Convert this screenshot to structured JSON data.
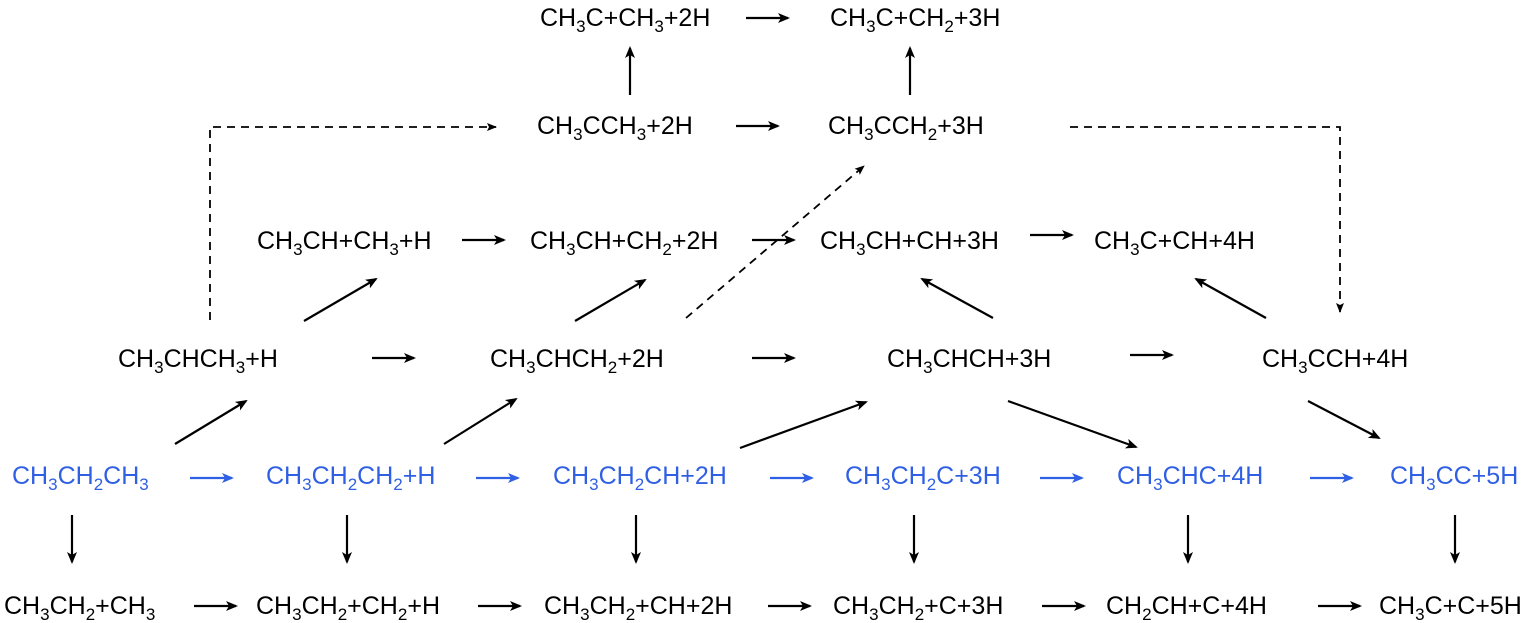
{
  "colors": {
    "main_path": "#2f5fe3",
    "side_path": "#000000"
  },
  "species": [
    {
      "id": "c1_top_left",
      "parts": [
        [
          "CH",
          "n"
        ],
        [
          "3",
          "sub"
        ],
        [
          "C+CH",
          "n"
        ],
        [
          "3",
          "sub"
        ],
        [
          "+2H",
          "n"
        ]
      ],
      "color": "black"
    },
    {
      "id": "c1_top_right",
      "parts": [
        [
          "CH",
          "n"
        ],
        [
          "3",
          "sub"
        ],
        [
          "C+CH",
          "n"
        ],
        [
          "2",
          "sub"
        ],
        [
          "+3H",
          "n"
        ]
      ],
      "color": "black"
    },
    {
      "id": "ch3cch3",
      "parts": [
        [
          "CH",
          "n"
        ],
        [
          "3",
          "sub"
        ],
        [
          "CCH",
          "n"
        ],
        [
          "3",
          "sub"
        ],
        [
          "+2H",
          "n"
        ]
      ],
      "color": "black"
    },
    {
      "id": "ch3cch2",
      "parts": [
        [
          "CH",
          "n"
        ],
        [
          "3",
          "sub"
        ],
        [
          "CCH",
          "n"
        ],
        [
          "2",
          "sub"
        ],
        [
          "+3H",
          "n"
        ]
      ],
      "color": "black"
    },
    {
      "id": "ch3ch_ch3",
      "parts": [
        [
          "CH",
          "n"
        ],
        [
          "3",
          "sub"
        ],
        [
          "CH+CH",
          "n"
        ],
        [
          "3",
          "sub"
        ],
        [
          "+H",
          "n"
        ]
      ],
      "color": "black"
    },
    {
      "id": "ch3ch_ch2",
      "parts": [
        [
          "CH",
          "n"
        ],
        [
          "3",
          "sub"
        ],
        [
          "CH+CH",
          "n"
        ],
        [
          "2",
          "sub"
        ],
        [
          "+2H",
          "n"
        ]
      ],
      "color": "black"
    },
    {
      "id": "ch3ch_ch",
      "parts": [
        [
          "CH",
          "n"
        ],
        [
          "3",
          "sub"
        ],
        [
          "CH+CH+3H",
          "n"
        ]
      ],
      "color": "black"
    },
    {
      "id": "ch3c_ch",
      "parts": [
        [
          "CH",
          "n"
        ],
        [
          "3",
          "sub"
        ],
        [
          "C+CH+4H",
          "n"
        ]
      ],
      "color": "black"
    },
    {
      "id": "ch3chch3",
      "parts": [
        [
          "CH",
          "n"
        ],
        [
          "3",
          "sub"
        ],
        [
          "CHCH",
          "n"
        ],
        [
          "3",
          "sub"
        ],
        [
          "+H",
          "n"
        ]
      ],
      "color": "black"
    },
    {
      "id": "ch3chch2",
      "parts": [
        [
          "CH",
          "n"
        ],
        [
          "3",
          "sub"
        ],
        [
          "CHCH",
          "n"
        ],
        [
          "2",
          "sub"
        ],
        [
          "+2H",
          "n"
        ]
      ],
      "color": "black"
    },
    {
      "id": "ch3chch",
      "parts": [
        [
          "CH",
          "n"
        ],
        [
          "3",
          "sub"
        ],
        [
          "CHCH+3H",
          "n"
        ]
      ],
      "color": "black"
    },
    {
      "id": "ch3cch",
      "parts": [
        [
          "CH",
          "n"
        ],
        [
          "3",
          "sub"
        ],
        [
          "CCH+4H",
          "n"
        ]
      ],
      "color": "black"
    },
    {
      "id": "propane",
      "parts": [
        [
          "CH",
          "n"
        ],
        [
          "3",
          "sub"
        ],
        [
          "CH",
          "n"
        ],
        [
          "2",
          "sub"
        ],
        [
          "CH",
          "n"
        ],
        [
          "3",
          "sub"
        ]
      ],
      "color": "blue"
    },
    {
      "id": "ch3ch2ch2",
      "parts": [
        [
          "CH",
          "n"
        ],
        [
          "3",
          "sub"
        ],
        [
          "CH",
          "n"
        ],
        [
          "2",
          "sub"
        ],
        [
          "CH",
          "n"
        ],
        [
          "2",
          "sub"
        ],
        [
          "+H",
          "n"
        ]
      ],
      "color": "blue"
    },
    {
      "id": "ch3ch2ch",
      "parts": [
        [
          "CH",
          "n"
        ],
        [
          "3",
          "sub"
        ],
        [
          "CH",
          "n"
        ],
        [
          "2",
          "sub"
        ],
        [
          "CH+2H",
          "n"
        ]
      ],
      "color": "blue"
    },
    {
      "id": "ch3ch2c",
      "parts": [
        [
          "CH",
          "n"
        ],
        [
          "3",
          "sub"
        ],
        [
          "CH",
          "n"
        ],
        [
          "2",
          "sub"
        ],
        [
          "C+3H",
          "n"
        ]
      ],
      "color": "blue"
    },
    {
      "id": "ch3chc",
      "parts": [
        [
          "CH",
          "n"
        ],
        [
          "3",
          "sub"
        ],
        [
          "CHC+4H",
          "n"
        ]
      ],
      "color": "blue"
    },
    {
      "id": "ch3cc",
      "parts": [
        [
          "CH",
          "n"
        ],
        [
          "3",
          "sub"
        ],
        [
          "CC+5H",
          "n"
        ]
      ],
      "color": "blue"
    },
    {
      "id": "ch3ch2_ch3",
      "parts": [
        [
          "CH",
          "n"
        ],
        [
          "3",
          "sub"
        ],
        [
          "CH",
          "n"
        ],
        [
          "2",
          "sub"
        ],
        [
          "+CH",
          "n"
        ],
        [
          "3",
          "sub"
        ]
      ],
      "color": "black"
    },
    {
      "id": "ch3ch2_ch2",
      "parts": [
        [
          "CH",
          "n"
        ],
        [
          "3",
          "sub"
        ],
        [
          "CH",
          "n"
        ],
        [
          "2",
          "sub"
        ],
        [
          "+CH",
          "n"
        ],
        [
          "2",
          "sub"
        ],
        [
          "+H",
          "n"
        ]
      ],
      "color": "black"
    },
    {
      "id": "ch3ch2_ch",
      "parts": [
        [
          "CH",
          "n"
        ],
        [
          "3",
          "sub"
        ],
        [
          "CH",
          "n"
        ],
        [
          "2",
          "sub"
        ],
        [
          "+CH+2H",
          "n"
        ]
      ],
      "color": "black"
    },
    {
      "id": "ch3ch2_c",
      "parts": [
        [
          "CH",
          "n"
        ],
        [
          "3",
          "sub"
        ],
        [
          "CH",
          "n"
        ],
        [
          "2",
          "sub"
        ],
        [
          "+C+3H",
          "n"
        ]
      ],
      "color": "black"
    },
    {
      "id": "ch2ch_c",
      "parts": [
        [
          "CH",
          "n"
        ],
        [
          "2",
          "sub"
        ],
        [
          "CH+C+4H",
          "n"
        ]
      ],
      "color": "black"
    },
    {
      "id": "ch3c_c",
      "parts": [
        [
          "CH",
          "n"
        ],
        [
          "3",
          "sub"
        ],
        [
          "C+C+5H",
          "n"
        ]
      ],
      "color": "black"
    }
  ]
}
